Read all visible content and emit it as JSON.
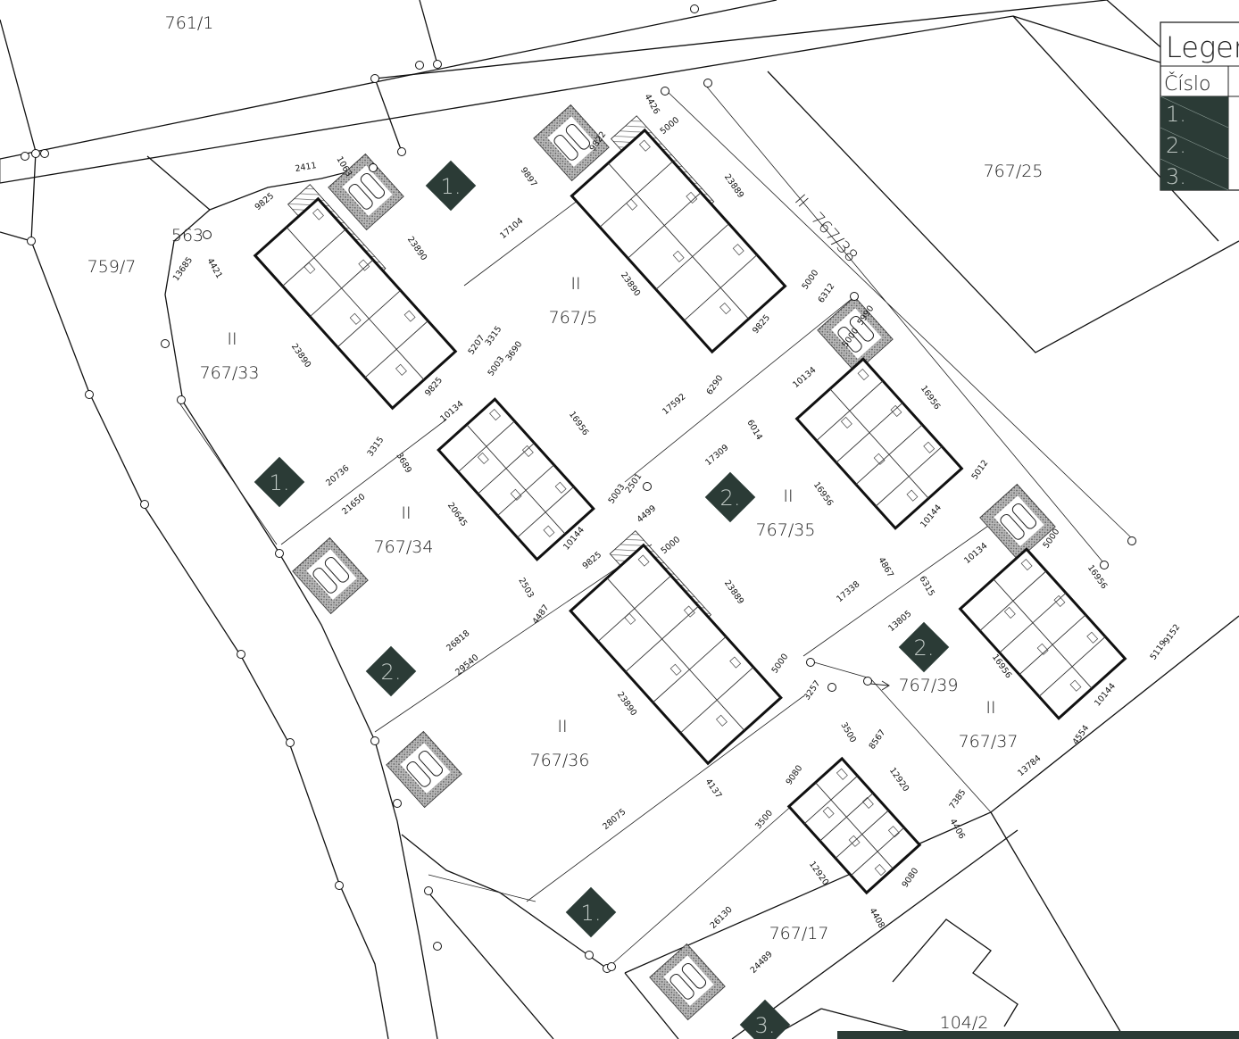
{
  "colors": {
    "marker": "#2b3b36",
    "line": "#111111",
    "hatch": "#8a8a8a"
  },
  "legend": {
    "title": "Legenda",
    "column": "Číslo",
    "rows": [
      "1.",
      "2.",
      "3."
    ]
  },
  "parcels": [
    "761/1",
    "759/7",
    "563",
    "767/33",
    "767/5",
    "767/25",
    "767/38",
    "767/34",
    "767/35",
    "767/36",
    "767/37",
    "767/39",
    "767/17",
    "104/2"
  ],
  "zone_mark": "II",
  "markers": [
    "1.",
    "1.",
    "2.",
    "2.",
    "2.",
    "1.",
    "3."
  ],
  "dimensions": [
    "9825",
    "2411",
    "1063",
    "13685",
    "4421",
    "23890",
    "23890",
    "9825",
    "5207",
    "3315",
    "3690",
    "5003",
    "20736",
    "21650",
    "3315",
    "3689",
    "10134",
    "16956",
    "20645",
    "10144",
    "5003",
    "2501",
    "4499",
    "9897",
    "17104",
    "23890",
    "9825",
    "5000",
    "4426",
    "9822",
    "23889",
    "5000",
    "6312",
    "6290",
    "17592",
    "17309",
    "6014",
    "10134",
    "16956",
    "16956",
    "10144",
    "5012",
    "5990",
    "5000",
    "9825",
    "5000",
    "23889",
    "26818",
    "29540",
    "2503",
    "4487",
    "23890",
    "5000",
    "3257",
    "4137",
    "28075",
    "17338",
    "4867",
    "6315",
    "13805",
    "10134",
    "5000",
    "16956",
    "16956",
    "10144",
    "5119",
    "9152",
    "4554",
    "13784",
    "3500",
    "8567",
    "12920",
    "9080",
    "7385",
    "3500",
    "12920",
    "9080",
    "4406",
    "4408",
    "26130",
    "24489"
  ]
}
